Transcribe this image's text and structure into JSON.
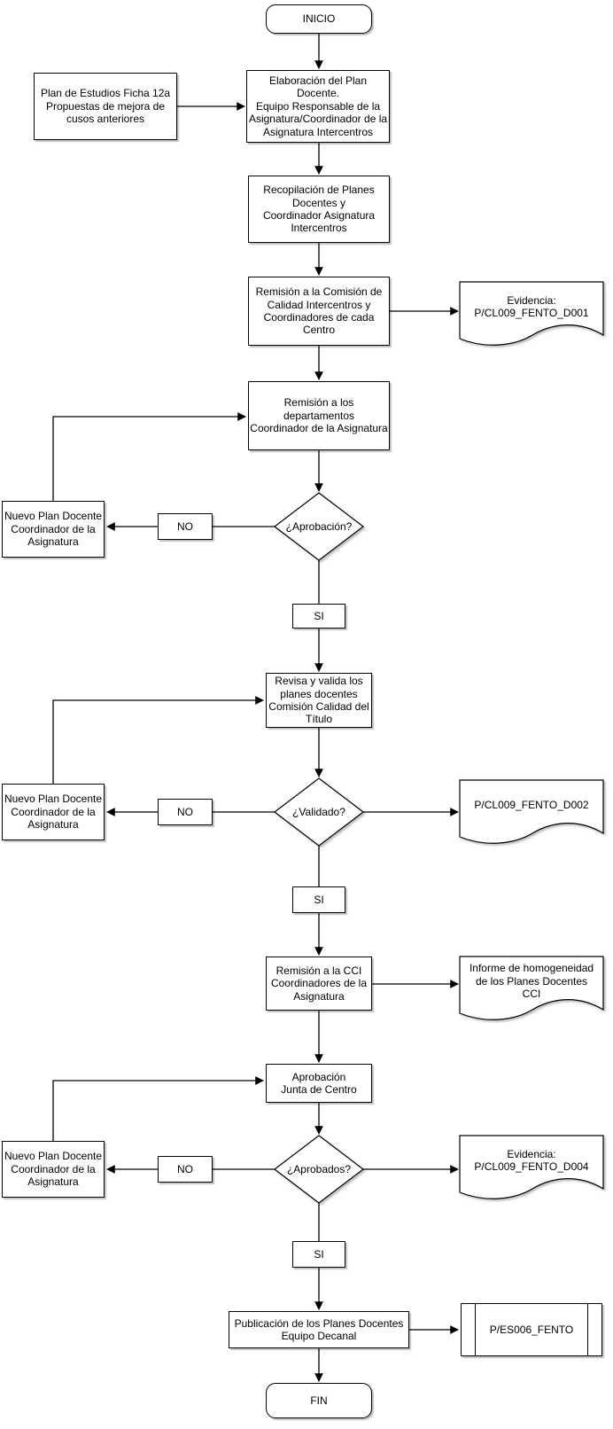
{
  "colors": {
    "stroke": "#000000",
    "fill": "#ffffff",
    "background": "#ffffff"
  },
  "nodes": {
    "inicio": {
      "label": "INICIO"
    },
    "fin": {
      "label": "FIN"
    },
    "plan_estudios": {
      "label": [
        "Plan de Estudios Ficha 12a",
        "Propuestas de mejora de",
        "cusos anteriores"
      ]
    },
    "elaboracion": {
      "label": [
        "Elaboración del Plan",
        "Docente.",
        "Equipo Responsable de la",
        "Asignatura/Coordinador de la",
        "Asignatura Intercentros"
      ]
    },
    "recopilacion": {
      "label": [
        "Recopilación de Planes",
        "Docentes y",
        "Coordinador Asignatura",
        "Intercentros"
      ]
    },
    "remision_comision": {
      "label": [
        "Remisión a la Comisión de",
        "Calidad Intercentros y",
        "Coordinadores de cada",
        "Centro"
      ]
    },
    "evidencia_d001": {
      "label": [
        "Evidencia:",
        "P/CL009_FENTO_D001"
      ]
    },
    "remision_departamentos": {
      "label": [
        "Remisión a los",
        "departamentos",
        "Coordinador de la Asignatura"
      ]
    },
    "aprobacion_q": {
      "label": "¿Aprobación?"
    },
    "no1": {
      "label": "NO"
    },
    "no2": {
      "label": "NO"
    },
    "no3": {
      "label": "NO"
    },
    "si1": {
      "label": "SI"
    },
    "si2": {
      "label": "SI"
    },
    "si3": {
      "label": "SI"
    },
    "nuevo_plan1": {
      "label": [
        "Nuevo Plan Docente",
        "Coordinador de la",
        "Asignatura"
      ]
    },
    "nuevo_plan2": {
      "label": [
        "Nuevo Plan Docente",
        "Coordinador de la",
        "Asignatura"
      ]
    },
    "nuevo_plan3": {
      "label": [
        "Nuevo Plan Docente",
        "Coordinador de la",
        "Asignatura"
      ]
    },
    "revisa": {
      "label": [
        "Revisa y valida los",
        "planes docentes",
        "Comisión Calidad del",
        "Título"
      ]
    },
    "validado_q": {
      "label": "¿Validado?"
    },
    "doc_d002": {
      "label": "P/CL009_FENTO_D002"
    },
    "remision_cci": {
      "label": [
        "Remisión a la CCI",
        "Coordinadores de la",
        "Asignatura"
      ]
    },
    "informe": {
      "label": [
        "Informe de homogeneidad",
        "de los Planes Docentes",
        "CCI"
      ]
    },
    "aprobacion_junta": {
      "label": [
        "Aprobación",
        "Junta de Centro"
      ]
    },
    "aprobados_q": {
      "label": "¿Aprobados?"
    },
    "evidencia_d004": {
      "label": [
        "Evidencia:",
        "P/CL009_FENTO_D004"
      ]
    },
    "publicacion": {
      "label": [
        "Publicación de los Planes Docentes",
        "Equipo Decanal"
      ]
    },
    "es006": {
      "label": "P/ES006_FENTO"
    }
  }
}
